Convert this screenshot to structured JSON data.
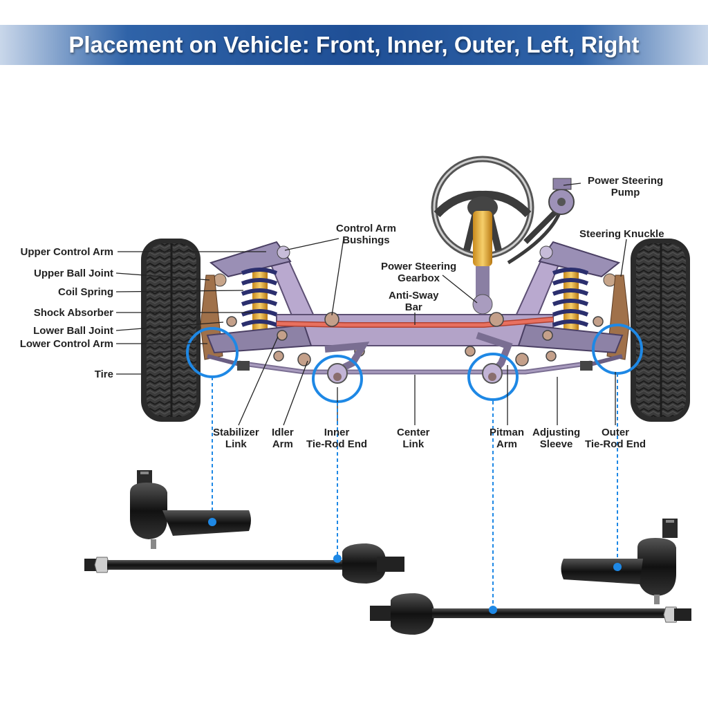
{
  "banner": {
    "title": "Placement on Vehicle: Front, Inner, Outer, Left, Right"
  },
  "labels": {
    "upper_control_arm": "Upper Control Arm",
    "upper_ball_joint": "Upper Ball Joint",
    "coil_spring": "Coil Spring",
    "shock_absorber": "Shock Absorber",
    "lower_ball_joint": "Lower Ball Joint",
    "lower_control_arm": "Lower Control Arm",
    "tire": "Tire",
    "control_arm_bushings": [
      "Control Arm",
      "Bushings"
    ],
    "power_steering_pump": [
      "Power Steering",
      "Pump"
    ],
    "steering_knuckle": "Steering Knuckle",
    "power_steering_gearbox": [
      "Power Steering",
      "Gearbox"
    ],
    "anti_sway_bar": [
      "Anti-Sway",
      "Bar"
    ],
    "stabilizer_link": [
      "Stabilizer",
      "Link"
    ],
    "idler_arm": [
      "Idler",
      "Arm"
    ],
    "inner_tie_rod_end": [
      "Inner",
      "Tie-Rod End"
    ],
    "center_link": [
      "Center",
      "Link"
    ],
    "pitman_arm": [
      "Pitman",
      "Arm"
    ],
    "adjusting_sleeve": [
      "Adjusting",
      "Sleeve"
    ],
    "outer_tie_rod_end": [
      "Outer",
      "Tie-Rod End"
    ]
  },
  "colors": {
    "banner": "#1f4f96",
    "highlight_circle": "#1e88e5",
    "frame": "#b9a9cf",
    "anti_sway_bar": "#e8705f",
    "spring": "#2b2f6e",
    "shock": "#f2b441",
    "tire": "#3a3a3a",
    "part_black": "#1a1a1a"
  },
  "icons": [
    "steering-wheel-icon",
    "tire-icon",
    "coil-spring-icon",
    "tie-rod-end-icon",
    "inner-tie-rod-icon"
  ]
}
